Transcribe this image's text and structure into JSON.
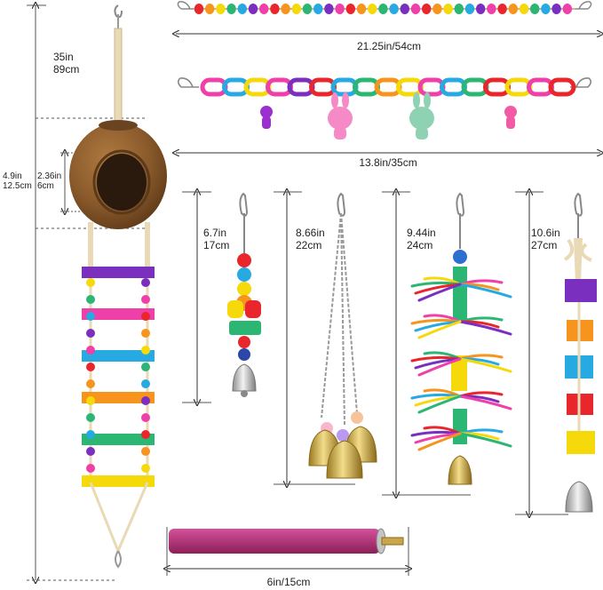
{
  "measurements": {
    "ladder_height": {
      "in": "35in",
      "cm": "89cm"
    },
    "coconut_height": {
      "in": "4.9in",
      "cm": "12.5cm"
    },
    "coconut_opening": {
      "in": "2.36in",
      "cm": "6cm"
    },
    "bead_chain_width": "21.25in/54cm",
    "link_chain_width": "13.8in/35cm",
    "bead_bell_height": {
      "in": "6.7in",
      "cm": "17cm"
    },
    "three_bells_height": {
      "in": "8.66in",
      "cm": "22cm"
    },
    "rope_chew_height": {
      "in": "9.44in",
      "cm": "24cm"
    },
    "block_chew_height": {
      "in": "10.6in",
      "cm": "27cm"
    },
    "perch_width": "6in/15cm"
  },
  "colors": {
    "purple": "#7b2fbf",
    "pink": "#ef3fa8",
    "blue": "#27a9e1",
    "orange": "#f7941d",
    "green": "#2bb673",
    "yellow": "#f5d90a",
    "red": "#e8262b",
    "rope": "#e9d9b5",
    "coconut": "#8a5a2b",
    "perch": "#b0306e",
    "metal": "#c0c0c0",
    "gold": "#d4b24a"
  }
}
